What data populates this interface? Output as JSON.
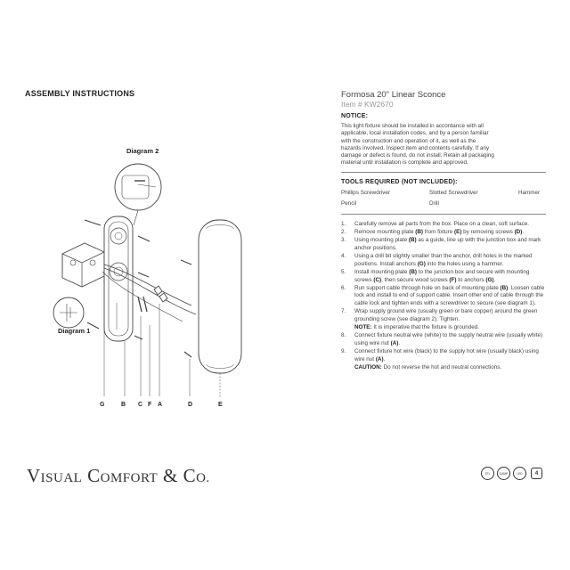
{
  "header": {
    "assembly_title": "ASSEMBLY INSTRUCTIONS",
    "product_title": "Formosa 20\" Linear Sconce",
    "item_number": "Item # KW2670"
  },
  "notice": {
    "heading": "NOTICE:",
    "lines": [
      "This light fixture should be installed in accordance with all",
      "applicable, local installation codes, and by a person familiar",
      "with the construction and operation of it, as well as the",
      "hazards involved. Inspect item and contents carefully. If any",
      "damage or defect is found, do not install. Retain all packaging",
      "material until installation is complete and approved."
    ]
  },
  "tools": {
    "heading": "TOOLS REQUIRED (NOT INCLUDED):",
    "phillips": "Phillips Screwdriver",
    "slotted": "Slotted Screwdriver",
    "hammer": "Hammer",
    "pencil": "Pencil",
    "drill": "Drill"
  },
  "steps": {
    "s1": {
      "num": "1.",
      "text": "Carefully remove all parts from the box. Place on a clean, soft surface."
    },
    "s2": {
      "num": "2.",
      "a": "Remove mounting plate ",
      "b1": "(B)",
      "c": " from fixture ",
      "b2": "(E)",
      "d": " by removing screws ",
      "b3": "(D)",
      "e": "."
    },
    "s3": {
      "num": "3.",
      "a": "Using mounting plate ",
      "b1": "(B)",
      "c": " as a guide, line up with the junction box and mark anchor positions."
    },
    "s4": {
      "num": "4.",
      "a": "Using a drill bit slightly smaller than the anchor, drill holes in the marked positions. Install anchors ",
      "b1": "(G)",
      "c": " into the holes using a hammer."
    },
    "s5": {
      "num": "5.",
      "a": "Install mounting plate ",
      "b1": "(B)",
      "c": " to the junction box and secure with mounting screws ",
      "b2": "(C)",
      "d": ", then secure wood screws ",
      "b3": "(F)",
      "e": " to anchors ",
      "b4": "(G)",
      "f": "."
    },
    "s6": {
      "num": "6.",
      "a": "Run support cable through hole on back of mounting plate ",
      "b1": "(B)",
      "c": ". Loosen cable lock and install to end of support cable. Insert other end of cable through the cable lock and tighten ends with a screwdriver to secure (see diagram 1)."
    },
    "s7": {
      "num": "7.",
      "text": "Wrap supply ground wire (usually green or bare copper) around the green grounding screw (see diagram 2). Tighten."
    },
    "note": {
      "label": "NOTE:",
      "text": " It is imperative that the fixture is grounded."
    },
    "s8": {
      "num": "8.",
      "a": "Connect fixture neutral wire (white) to the supply neutral wire (usually white) using wire nut ",
      "b1": "(A)",
      "c": "."
    },
    "s9": {
      "num": "9.",
      "a": "Connect fixture hot wire (black) to the supply hot wire (usually black) using wire nut ",
      "b1": "(A)",
      "c": "."
    },
    "caution": {
      "label": "CAUTION:",
      "text": " Do not reverse the hot and neutral connections."
    }
  },
  "diagram": {
    "diagram2_label": "Diagram 2",
    "diagram1_label": "Diagram 1",
    "part_labels": [
      "G",
      "B",
      "C",
      "F",
      "A",
      "D",
      "E"
    ]
  },
  "brand": {
    "v": "V",
    "isual": "ISUAL",
    "c": " C",
    "omfort": "OMFORT",
    "amp": " & C",
    "o": "O."
  },
  "badges": {
    "etl": "ETL",
    "damp": "DAMP",
    "led": "LED",
    "page": "4"
  }
}
